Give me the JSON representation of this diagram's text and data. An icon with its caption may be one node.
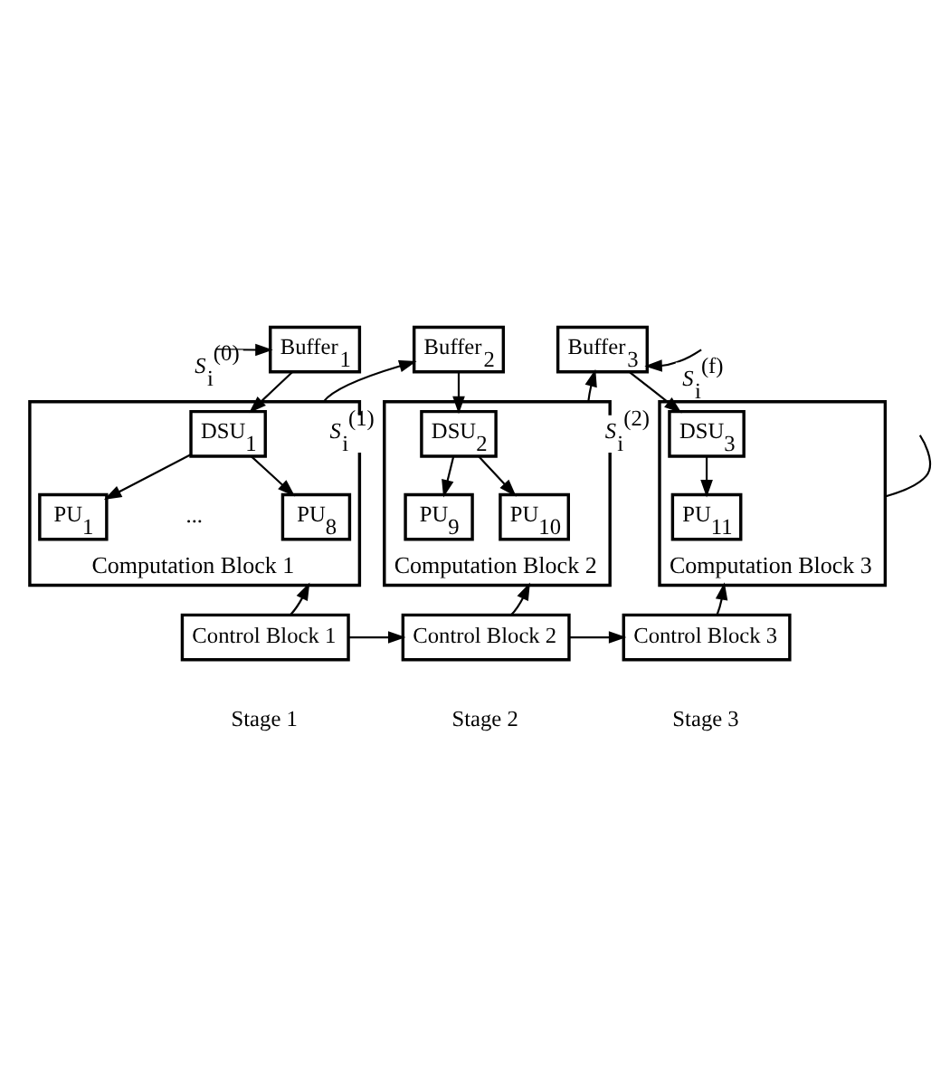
{
  "diagram": {
    "nodes": [
      {
        "text": [
          "Buffer$_{1}$"
        ]
      },
      {
        "text": [
          "Computation Block 1"
        ]
      },
      {
        "text": [
          "DSU$_{1}$"
        ],
        "in": 1
      },
      {
        "text": [
          "PU$_{1}$"
        ],
        "in": 1
      },
      {
        "text": [
          "PU$_{8}$"
        ],
        "in": 1
      },
      {
        "text": [
          "Buffer$_{2}$"
        ]
      },
      {
        "text": [
          "Computation Block 2"
        ]
      },
      {
        "text": [
          "DSU$_{2}$"
        ],
        "in": 6
      },
      {
        "text": [
          "PU$_{9}$"
        ],
        "in": 6
      },
      {
        "text": [
          "PU$_{10}$"
        ],
        "in": 6
      },
      {
        "text": [
          "Buffer$_{3}$"
        ]
      },
      {
        "text": [
          "Computation Block 3"
        ]
      },
      {
        "text": [
          "DSU$_{3}$"
        ],
        "in": 11
      },
      {
        "text": [
          "PU$_{11}$"
        ],
        "in": 11
      },
      {
        "text": [
          "Control Block 1"
        ]
      },
      {
        "text": [
          "Control Block 2"
        ]
      },
      {
        "text": [
          "Control Block 3"
        ]
      }
    ],
    "edges": [
      {
        "from": null,
        "to": 0,
        "arrow": "to",
        "label": "*S*$_{i}$$^{(0)}$"
      },
      {
        "from": 0,
        "to": 2,
        "arrow": "to"
      },
      {
        "from": 2,
        "to": 3,
        "arrow": "to"
      },
      {
        "from": 2,
        "to": 4,
        "arrow": "to"
      },
      {
        "from": 1,
        "to": 5,
        "arrow": "to",
        "label": "*S*$_{i}$$^{(1)}$"
      },
      {
        "from": 5,
        "to": 7,
        "arrow": "to"
      },
      {
        "from": 7,
        "to": 8,
        "arrow": "to"
      },
      {
        "from": 7,
        "to": 9,
        "arrow": "to"
      },
      {
        "from": 6,
        "to": 10,
        "arrow": "to",
        "label": "*S*$_{i}$$^{(2)}$"
      },
      {
        "from": null,
        "to": 10,
        "arrow": "to",
        "label": "*S*$_{i}$$^{(f)}$"
      },
      {
        "from": 10,
        "to": 12,
        "arrow": "to"
      },
      {
        "from": 12,
        "to": 13,
        "arrow": "to"
      },
      {
        "from": 11,
        "to": null,
        "arrow": "none"
      },
      {
        "from": 14,
        "to": 1,
        "arrow": "to"
      },
      {
        "from": 15,
        "to": 6,
        "arrow": "to"
      },
      {
        "from": 16,
        "to": 11,
        "arrow": "to"
      },
      {
        "from": 14,
        "to": 15,
        "arrow": "to"
      },
      {
        "from": 15,
        "to": 16,
        "arrow": "to"
      }
    ],
    "labels": [
      "...",
      "Stage 1",
      "Stage 2",
      "Stage 3"
    ]
  }
}
